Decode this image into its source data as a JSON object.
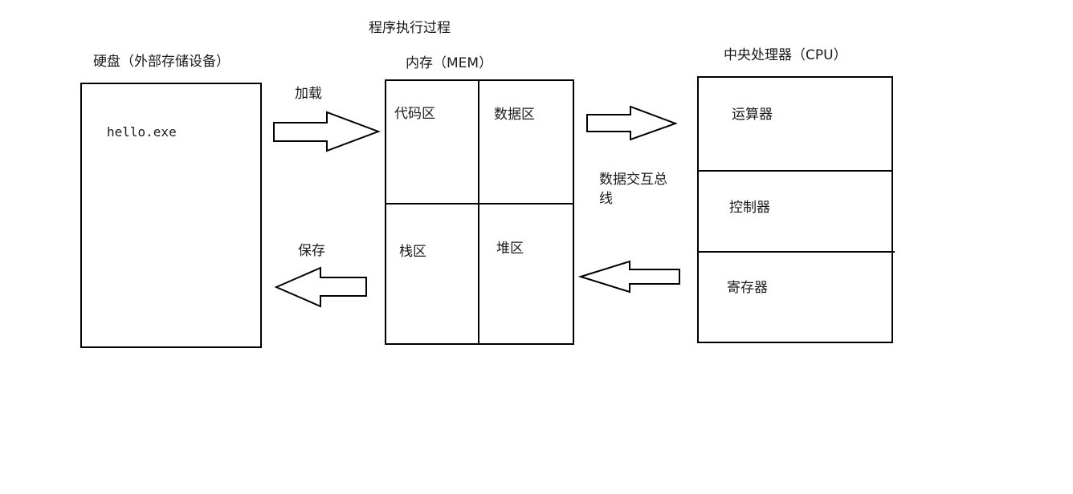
{
  "title": "程序执行过程",
  "disk": {
    "label": "硬盘（外部存储设备）",
    "file": "hello.exe"
  },
  "memory": {
    "label": "内存（MEM）",
    "regions": {
      "code": "代码区",
      "data": "数据区",
      "stack": "栈区",
      "heap": "堆区"
    }
  },
  "cpu": {
    "label": "中央处理器（CPU）",
    "units": {
      "alu": "运算器",
      "control": "控制器",
      "register": "寄存器"
    }
  },
  "arrows": {
    "load": "加载",
    "save": "保存",
    "bus": "数据交互总线"
  }
}
